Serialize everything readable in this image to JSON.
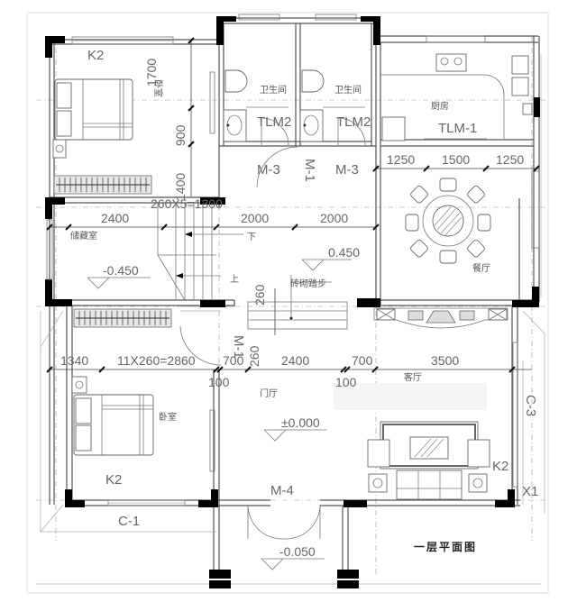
{
  "drawing": {
    "title": "一层平面图",
    "type": "architectural floor plan"
  },
  "rooms": {
    "bedroom_top": "卧室",
    "bathroom_left": "卫生间",
    "bathroom_right": "卫生间",
    "kitchen": "厨房",
    "storage": "储藏室",
    "dining": "餐厅",
    "brick_steps": "砖砌踏步",
    "foyer": "门厅",
    "bedroom_bottom": "卧室",
    "living": "客厅"
  },
  "codes": {
    "k2_top": "K2",
    "tlm2_left": "TLM2",
    "tlm2_right": "TLM2",
    "tlm1": "TLM-1",
    "m3_left": "M-3",
    "m1_top": "M-1",
    "m3_right": "M-3",
    "m1_mid": "M-1",
    "m4": "M-4",
    "k2_bottom": "K2",
    "c1": "C-1",
    "k2_right": "K2",
    "c3": "C-3",
    "x1": "X1",
    "stair_up": "上",
    "stair_down": "下"
  },
  "dimensions": {
    "bed_top_1700": "1700",
    "bed_top_900": "900",
    "bed_top_1400": "1400",
    "stair_formula": "260X5=1300",
    "row2_2400": "2400",
    "row2_2000a": "2000",
    "row2_2000b": "2000",
    "kit_1250a": "1250",
    "kit_1500": "1500",
    "kit_1250b": "1250",
    "step_260a": "260",
    "step_260b": "260",
    "row3_1340": "1340",
    "row3_formula": "11X260=2860",
    "row3_700a": "700",
    "row3_2400": "2400",
    "row3_700b": "700",
    "row3_3500": "3500",
    "w100a": "100",
    "w100b": "100"
  },
  "elevations": {
    "storage": "-0.450",
    "corridor": "0.450",
    "foyer": "±0.000",
    "entrance": "-0.050"
  }
}
